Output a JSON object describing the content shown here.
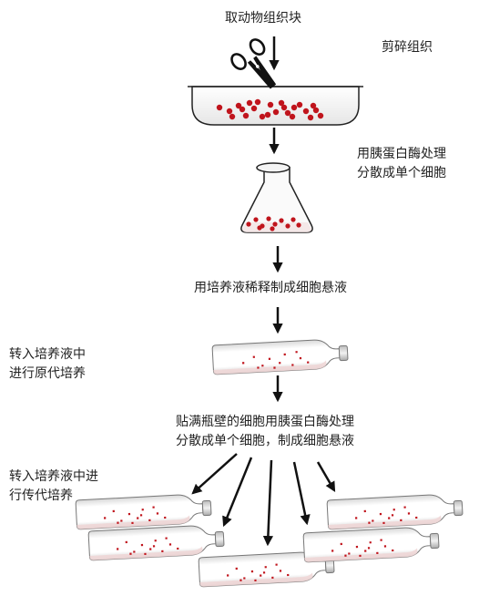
{
  "labels": {
    "step1": "取动物组织块",
    "mince": "剪碎组织",
    "trypsin_line1": "用胰蛋白酶处理",
    "trypsin_line2": "分散成单个细胞",
    "dilute": "用培养液稀释制成细胞悬液",
    "primary_line1": "转入培养液中",
    "primary_line2": "进行原代培养",
    "adherent_line1": "贴满瓶壁的细胞用胰蛋白酶处理",
    "adherent_line2": "分散成单个细胞，制成细胞悬液",
    "subculture_line1": "转入培养液中进",
    "subculture_line2": "行传代培养"
  },
  "colors": {
    "cell": "#c0141c",
    "arrow": "#111111",
    "outline": "#222222",
    "glass_light": "#ffffff",
    "glass_shade": "#d8d8d8",
    "medium": "#f0d6d6"
  },
  "icons": [
    "scissors-icon",
    "petri-dish-icon",
    "erlenmeyer-flask-icon",
    "culture-flask-icon"
  ]
}
